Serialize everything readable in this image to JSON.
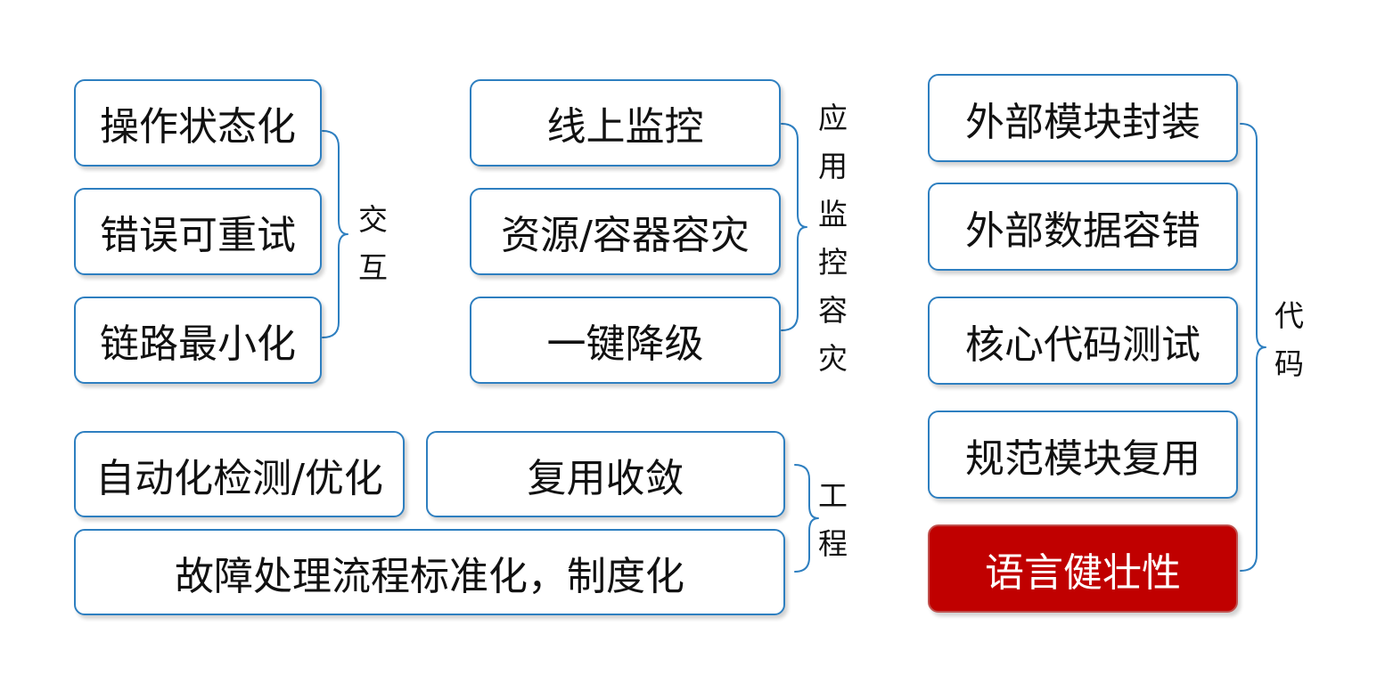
{
  "groups": {
    "interaction": {
      "label": [
        "交",
        "互"
      ],
      "items": [
        "操作状态化",
        "错误可重试",
        "链路最小化"
      ]
    },
    "monitoring": {
      "label": [
        "应",
        "用",
        "监",
        "控",
        "容",
        "灾"
      ],
      "items": [
        "线上监控",
        "资源/容器容灾",
        "一键降级"
      ]
    },
    "engineering": {
      "label": [
        "工",
        "程"
      ],
      "items": [
        "自动化检测/优化",
        "复用收敛",
        "故障处理流程标准化，制度化"
      ]
    },
    "code": {
      "label": [
        "代",
        "码"
      ],
      "items": [
        "外部模块封装",
        "外部数据容错",
        "核心代码测试",
        "规范模块复用",
        "语言健壮性"
      ],
      "highlighted_item": "语言健壮性"
    }
  },
  "colors": {
    "box_border": "#2e7fc0",
    "bracket": "#2e7fc0",
    "highlight_fill": "#c00000",
    "highlight_text": "#ffffff"
  }
}
